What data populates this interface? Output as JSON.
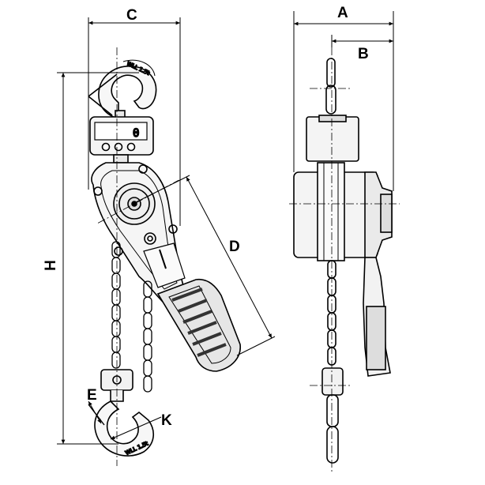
{
  "labels": {
    "A": "A",
    "B": "B",
    "C": "C",
    "D": "D",
    "E": "E",
    "H": "H",
    "K": "K"
  },
  "display": {
    "reading": "0"
  },
  "colors": {
    "line": "#000000",
    "grip": "#333333",
    "fill_light": "#f2f2f2",
    "fill_mid": "#dddddd"
  }
}
